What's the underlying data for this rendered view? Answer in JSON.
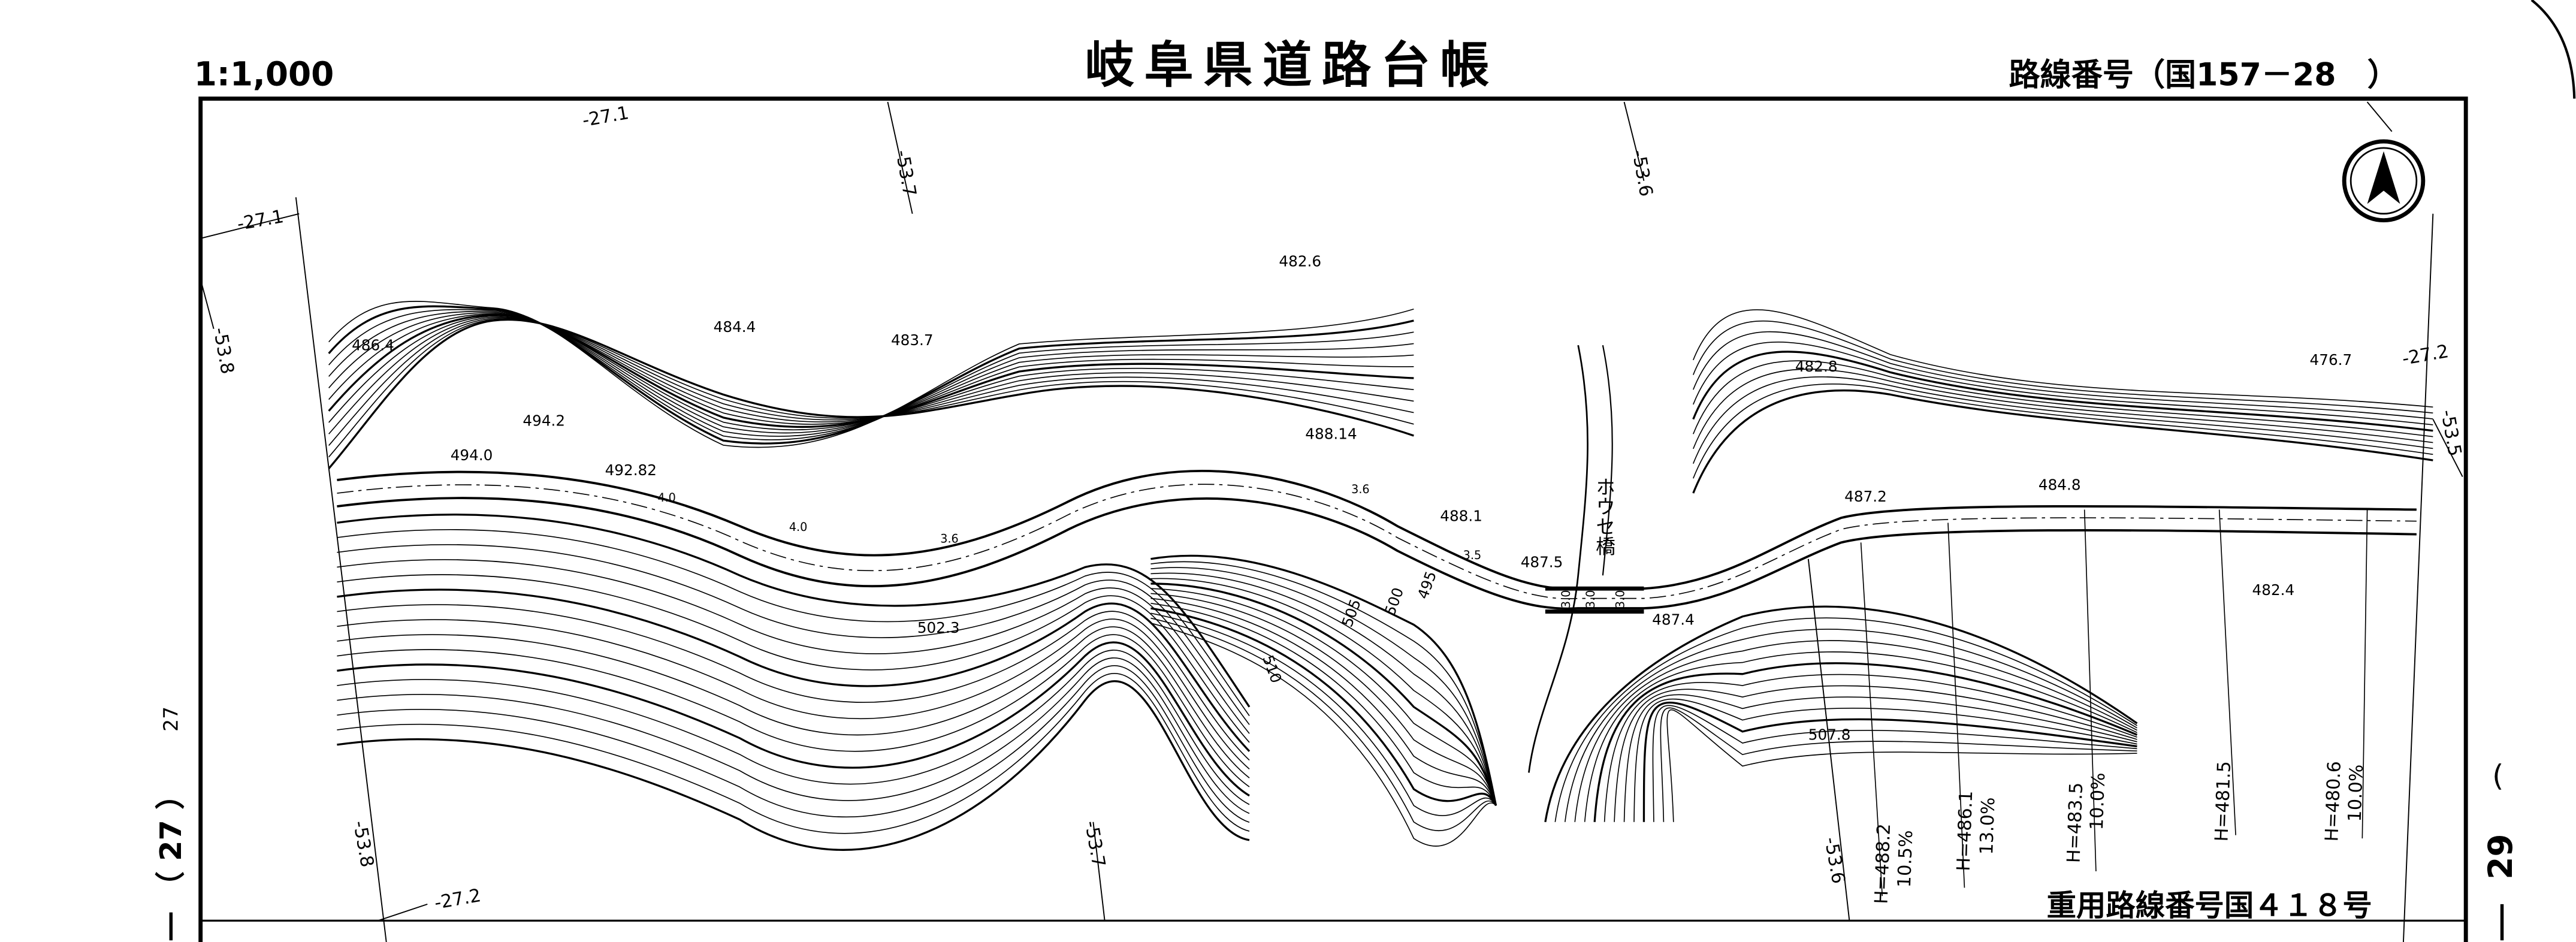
{
  "header": {
    "scale": "1:1,000",
    "title": "岐阜県道路台帳",
    "route_label": "路線番号（国157－28　）"
  },
  "sheet_left": "（ 27 ）",
  "sheet_left_num": "27",
  "sheet_right_num": "29",
  "overlap_route": "重用路線番号国４１８号",
  "bridge_name": "ホウセ橋",
  "grid_labels": [
    "-27.1",
    "-53.7",
    "-53.6",
    "-27.1",
    "-53.8",
    "-27.2",
    "-53.5",
    "-53.8",
    "-27.2",
    "-53.7",
    "-53.6"
  ],
  "elevations": [
    "482.6",
    "484.4",
    "483.7",
    "486.4",
    "494.2",
    "494.0",
    "492.82",
    "488.14",
    "488.1",
    "487.5",
    "487.4",
    "487.2",
    "484.8",
    "482.8",
    "476.7",
    "482.4",
    "502.3",
    "507.8",
    "505",
    "500",
    "495",
    "510"
  ],
  "gradients": [
    {
      "h": "H=488.2",
      "pct": "10.5%"
    },
    {
      "h": "H=486.1",
      "pct": "13.0%"
    },
    {
      "h": "H=483.5",
      "pct": "10.0%"
    },
    {
      "h": "H=481.5",
      "pct": ""
    },
    {
      "h": "H=480.6",
      "pct": "10.0%"
    }
  ],
  "road_widths": [
    "3.0",
    "3.0",
    "3.6",
    "3.6",
    "4.0",
    "4.0",
    "3.5",
    "3.0"
  ],
  "north_arrow": "north-arrow-icon"
}
